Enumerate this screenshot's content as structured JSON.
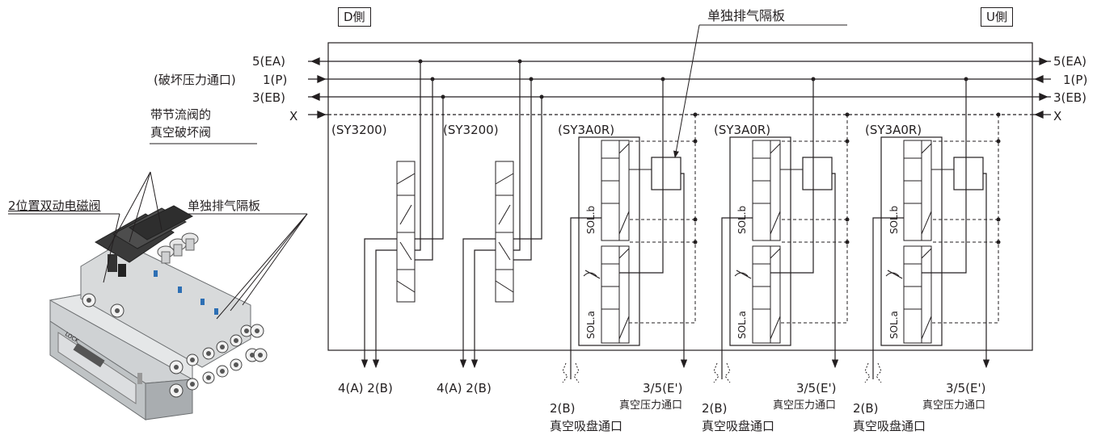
{
  "side_labels": {
    "d_side": "D側",
    "u_side": "U側"
  },
  "callout_top": "单独排气隔板",
  "ports": {
    "ea": "5(EA)",
    "p": "1(P)",
    "eb": "3(EB)",
    "x": "X",
    "p_note": "(破坏压力通口)"
  },
  "valves": [
    "(SY3200)",
    "(SY3200)",
    "(SY3A0R)",
    "(SY3A0R)",
    "(SY3A0R)"
  ],
  "outputs": {
    "sy3200": [
      "4(A) 2(B)",
      "4(A) 2(B)"
    ],
    "vac_port": "2(B)",
    "vac_port_name": "真空吸盘通口",
    "exhaust_port": "3/5(E')",
    "exhaust_name": "真空压力通口"
  },
  "solenoid": {
    "sol_a": "SOL.a",
    "sol_b": "SOL.b"
  },
  "photo_labels": {
    "throttle_line1": "带节流阀的",
    "throttle_line2": "真空破坏阀",
    "dual_valve": "2位置双动电磁阀",
    "exhaust_plate": "单独排气隔板"
  },
  "product_text": {
    "logo": "LOCK"
  }
}
